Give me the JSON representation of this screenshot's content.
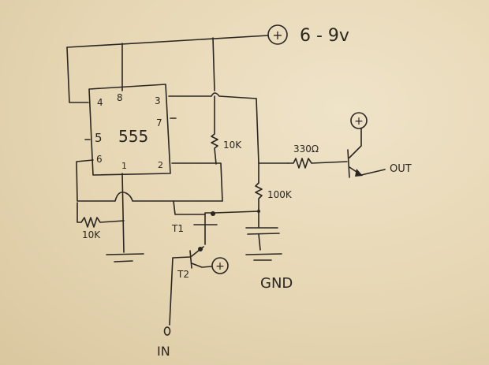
{
  "diagram": {
    "type": "hand-drawn circuit schematic",
    "supply_label": "6 - 9v",
    "supply_symbol": "+",
    "ic": {
      "name": "555",
      "pins": {
        "p1": "1",
        "p2": "2",
        "p3": "3",
        "p4": "4",
        "p5": "5",
        "p6": "6",
        "p7": "7",
        "p8": "8"
      }
    },
    "resistors": {
      "r_pin7": "10K",
      "r_discharge": "10K",
      "r_timing": "100K",
      "r_base": "330Ω"
    },
    "transistors": {
      "t1": "T1",
      "t2": "T2"
    },
    "labels": {
      "out": "OUT",
      "in": "IN",
      "gnd": "GND",
      "plus": "+"
    }
  }
}
